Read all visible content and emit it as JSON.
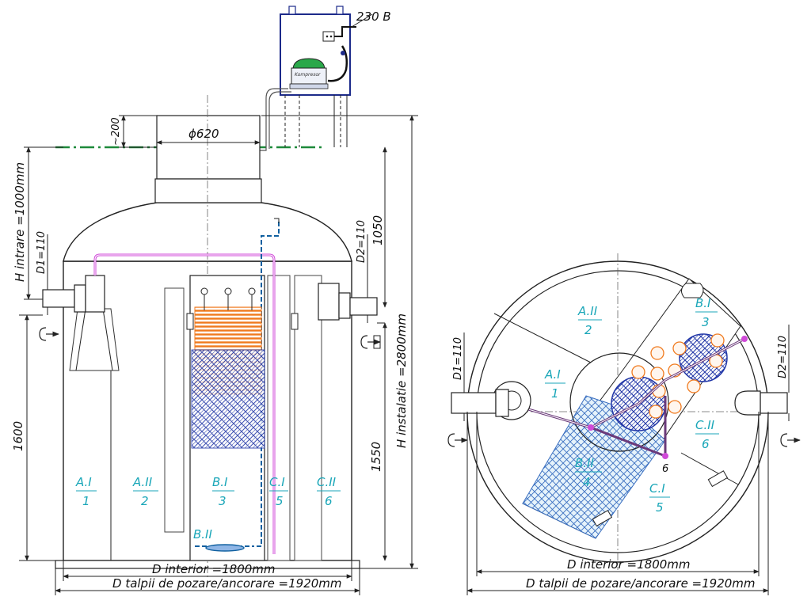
{
  "colors": {
    "zone_label": "#19a6b8",
    "ground_line": "#1e8a3a",
    "compressor_box": "#1c2a8a",
    "filter_orange": "#f07a1e",
    "media_blue": "#2338a8",
    "pipe_magenta": "#d04ad8",
    "air_pipe_blue": "#1060a0"
  },
  "icons": [
    "flow-inlet-icon",
    "flow-outlet-icon",
    "compressor-icon",
    "power-socket-icon"
  ],
  "section_view": {
    "power_label": "230 B",
    "compressor_text": "Kompresor",
    "top_height": "~200",
    "manhole_diameter": "ϕ620",
    "inlet_height": "H intrare =1000mm",
    "inlet_diameter": "D1=110",
    "outlet_diameter": "D2=110",
    "top_outlet_height": "1050",
    "install_height": "H instalatie =2800mm",
    "left_height": "1600",
    "right_height": "1550",
    "zones": [
      {
        "name": "A.I",
        "num": "1"
      },
      {
        "name": "A.II",
        "num": "2"
      },
      {
        "name": "B.I",
        "num": "3"
      },
      {
        "name": "C.I",
        "num": "5"
      },
      {
        "name": "C.II",
        "num": "6"
      },
      {
        "name": "B.II",
        "num": ""
      }
    ],
    "diameter_interior": "D interior =1800mm",
    "diameter_base": "D talpii de pozare/ancorare =1920mm"
  },
  "plan_view": {
    "inlet_diameter": "D1=110",
    "outlet_diameter": "D2=110",
    "zones": [
      {
        "name": "A.II",
        "num": "2"
      },
      {
        "name": "B.I",
        "num": "3"
      },
      {
        "name": "A.I",
        "num": "1"
      },
      {
        "name": "C.II",
        "num": "6"
      },
      {
        "name": "B.II",
        "num": "4"
      },
      {
        "name": "C.I",
        "num": "5"
      }
    ],
    "marker": "6",
    "diameter_interior": "D interior =1800mm",
    "diameter_base": "D talpii de pozare/ancorare =1920mm"
  }
}
